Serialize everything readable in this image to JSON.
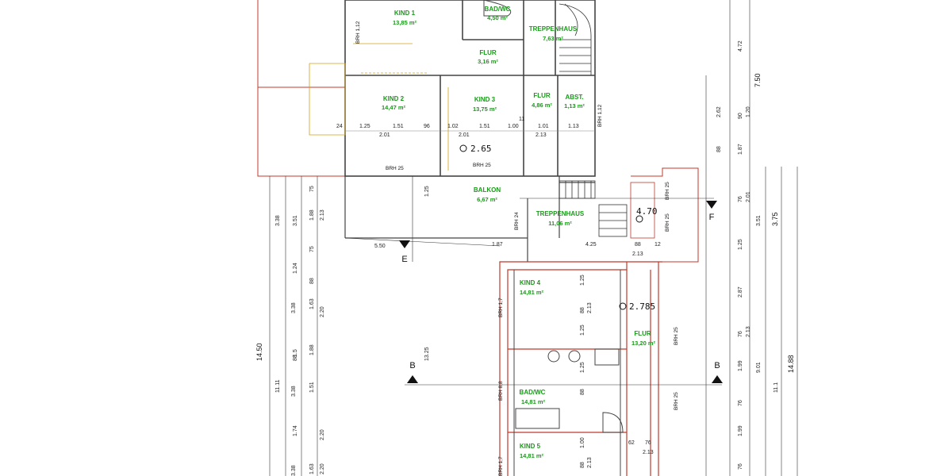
{
  "rooms": [
    {
      "name": "KIND 1",
      "area": "13,85 m²"
    },
    {
      "name": "BAD/WC",
      "area": "4,50 m²"
    },
    {
      "name": "TREPPENHAUS",
      "area": "7,63 m²"
    },
    {
      "name": "FLUR",
      "area": "3,16 m²"
    },
    {
      "name": "KIND 2",
      "area": "14,47 m²"
    },
    {
      "name": "KIND 3",
      "area": "13,75 m²"
    },
    {
      "name": "FLUR",
      "area": "4,86 m²"
    },
    {
      "name": "ABST.",
      "area": "1,13 m²"
    },
    {
      "name": "BALKON",
      "area": "6,67 m²"
    },
    {
      "name": "TREPPENHAUS",
      "area": "11,06 m²"
    },
    {
      "name": "KIND 4",
      "area": "14,81 m²"
    },
    {
      "name": "FLUR",
      "area": "13,20 m²"
    },
    {
      "name": "BAD/WC",
      "area": "14,81 m²"
    },
    {
      "name": "KIND 5",
      "area": "14,81 m²"
    }
  ],
  "levels": [
    "2.65",
    "4.70",
    "2.785"
  ],
  "sections": [
    "E",
    "F",
    "B",
    "B"
  ],
  "brh": [
    "BRH 25",
    "BRH 25",
    "BRH 24",
    "BRH 25",
    "BRH 25",
    "BRH 25",
    "BRH 25",
    "BRH 1,12",
    "BRH 1,12",
    "BRH 1,7",
    "BRH 8,8",
    "BRH 1,7"
  ],
  "dims_top": [
    "24",
    "1.25",
    "1.51",
    "96",
    "1.02",
    "1.51",
    "1.00",
    "11",
    "1.01",
    "1.13",
    "2.01",
    "2.01",
    "2.13"
  ],
  "dims_mid": [
    "5.50",
    "1.87",
    "4.25",
    "88",
    "2.13",
    "12"
  ],
  "dims_left_outer": [
    "14.50"
  ],
  "dims_left_2": [
    "13.25",
    "1.25"
  ],
  "dims_left_3": [
    "3.38",
    "11.11",
    "3.38",
    "3.38",
    "3.38"
  ],
  "dims_left_4": [
    "3.51",
    "1.24",
    "1.5",
    "1.63",
    "1.51",
    "1.74",
    "1.63"
  ],
  "dims_left_5": [
    "75",
    "1.88",
    "75",
    "88",
    "1.88",
    "88",
    "2.20"
  ],
  "dims_left_6": [
    "2.13",
    "2.20",
    "2.20"
  ],
  "dims_right_outer": [
    "7.50",
    "3.75",
    "14.88"
  ],
  "dims_right_2": [
    "4.72",
    "2.62",
    "1.20",
    "1.87",
    "2.01",
    "3.51",
    "9.01",
    "11.1"
  ],
  "dims_right_3": [
    "90",
    "88",
    "76",
    "2.13",
    "1.25",
    "2.87",
    "76",
    "1.99",
    "76",
    "1.99",
    "76"
  ],
  "dims_unit_right": [
    "1.25",
    "88",
    "2.13",
    "1.25",
    "1.25",
    "88",
    "88",
    "2.13",
    "1.00",
    "62",
    "76",
    "2.13"
  ],
  "colors": {
    "wall": "#444444",
    "unit": "#c0392b",
    "room_text": "#1a9a1a",
    "dim": "#222222",
    "hatch": "#d4a017"
  }
}
